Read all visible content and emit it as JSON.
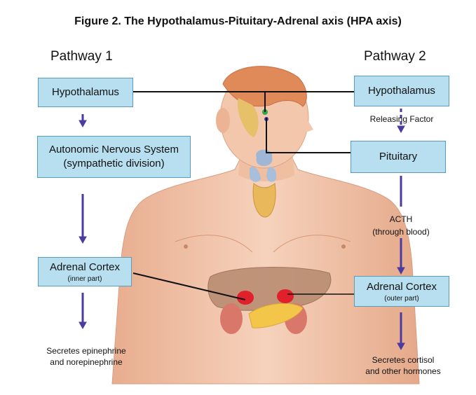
{
  "title": "Figure 2. The Hypothalamus-Pituitary-Adrenal axis (HPA axis)",
  "pathway1": {
    "label": "Pathway 1",
    "hypothalamus": "Hypothalamus",
    "ans_line1": "Autonomic Nervous System",
    "ans_line2": "(sympathetic division)",
    "adrenal": "Adrenal Cortex",
    "adrenal_sub": "(inner part)",
    "secretes_line1": "Secretes epinephrine",
    "secretes_line2": "and norepinephrine"
  },
  "pathway2": {
    "label": "Pathway 2",
    "hypothalamus": "Hypothalamus",
    "releasing": "Releasing Factor",
    "pituitary": "Pituitary",
    "acth_line1": "ACTH",
    "acth_line2": "(through blood)",
    "adrenal": "Adrenal Cortex",
    "adrenal_sub": "(outer part)",
    "secretes_line1": "Secretes cortisol",
    "secretes_line2": "and other hormones"
  },
  "colors": {
    "box_fill": "#b7dff0",
    "arrow": "#4b3aa0",
    "skin": "#f2c4a8",
    "organ_red": "#e0202a",
    "liver": "#b98d72",
    "gland_yellow": "#f3c64a"
  }
}
